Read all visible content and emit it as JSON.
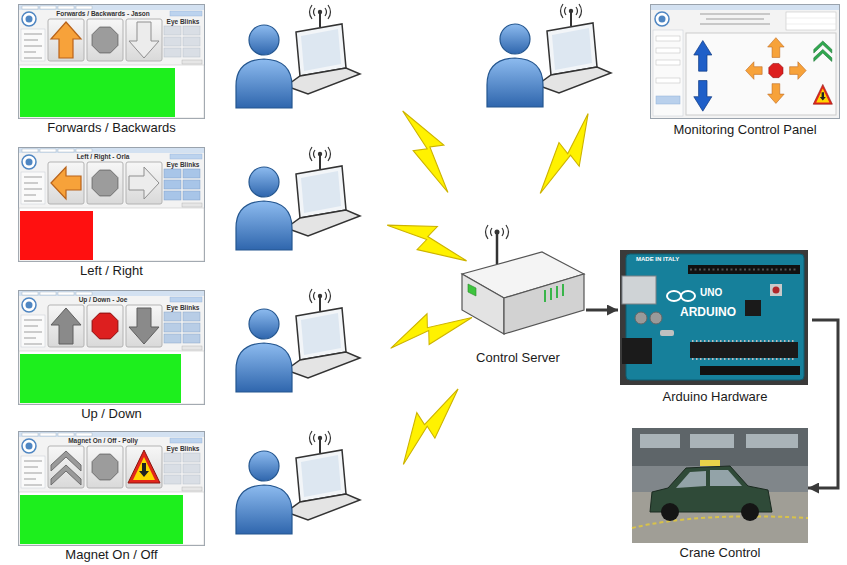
{
  "diagram": {
    "nodes": [
      {
        "text": [
          "Forwards / Backwards - Jason",
          "Eye Blinks",
          "Forwards / Backwards"
        ]
      },
      {
        "text": [
          "Left / Right - Orla",
          "Eye Blinks",
          "Left / Right"
        ]
      },
      {
        "text": [
          "Up / Down - Joe",
          "Eye Blinks",
          "Up / Down"
        ]
      },
      {
        "text": [
          "Magnet On / Off - Polly",
          "Eye Blinks",
          "Magnet On / Off"
        ]
      },
      {
        "text": [
          "Monitoring Control Panel"
        ]
      },
      {
        "text": [
          "Control Server"
        ]
      },
      {
        "text": [
          "Arduino Hardware"
        ]
      },
      {
        "text": [
          "Crane Control"
        ]
      }
    ],
    "edges": [
      {
        "from": 5,
        "to": 6,
        "arrow": "to"
      },
      {
        "from": 6,
        "to": 7,
        "arrow": "to"
      }
    ],
    "labels": [
      "MADE IN ITALY",
      "UNO",
      "ARDUINO"
    ]
  }
}
